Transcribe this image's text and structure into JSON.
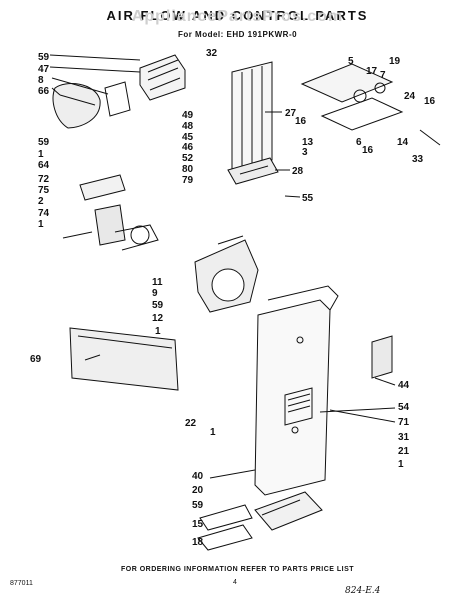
{
  "header": {
    "watermark": "AppliancePartsPros.com",
    "title": "AIR FLOW AND CONTROL PARTS",
    "model": "For Model: EHD 191PKWR-0"
  },
  "footer": {
    "ordering": "FOR ORDERING INFORMATION REFER TO PARTS PRICE LIST",
    "page": "4",
    "code": "877011",
    "handwritten": "824-E.4"
  },
  "callouts": [
    "59",
    "47",
    "8",
    "66",
    "59",
    "1",
    "64",
    "72",
    "75",
    "2",
    "74",
    "1",
    "32",
    "49",
    "48",
    "45",
    "46",
    "52",
    "80",
    "79",
    "5",
    "17",
    "19",
    "7",
    "24",
    "16",
    "16",
    "13",
    "6",
    "3",
    "16",
    "14",
    "33",
    "27",
    "28",
    "55",
    "11",
    "9",
    "59",
    "12",
    "1",
    "69",
    "22",
    "1",
    "40",
    "20",
    "59",
    "15",
    "18",
    "44",
    "54",
    "71",
    "31",
    "21",
    "1"
  ]
}
